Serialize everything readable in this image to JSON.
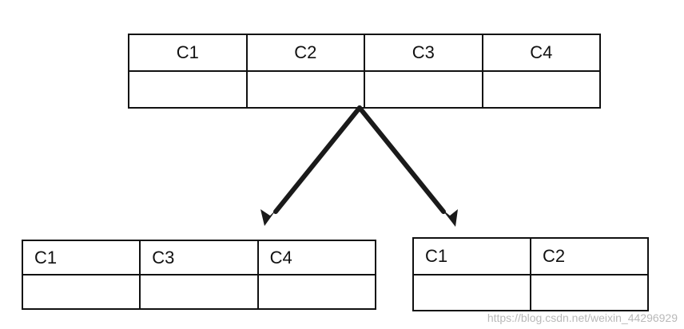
{
  "top_table": {
    "headers": [
      "C1",
      "C2",
      "C3",
      "C4"
    ]
  },
  "left_table": {
    "headers": [
      "C1",
      "C3",
      "C4"
    ]
  },
  "right_table": {
    "headers": [
      "C1",
      "C2"
    ]
  },
  "watermark": "https://blog.csdn.net/weixin_44296929",
  "colors": {
    "stroke": "#111111",
    "arrow": "#1a1a1a",
    "watermark": "#b9b9b9"
  }
}
